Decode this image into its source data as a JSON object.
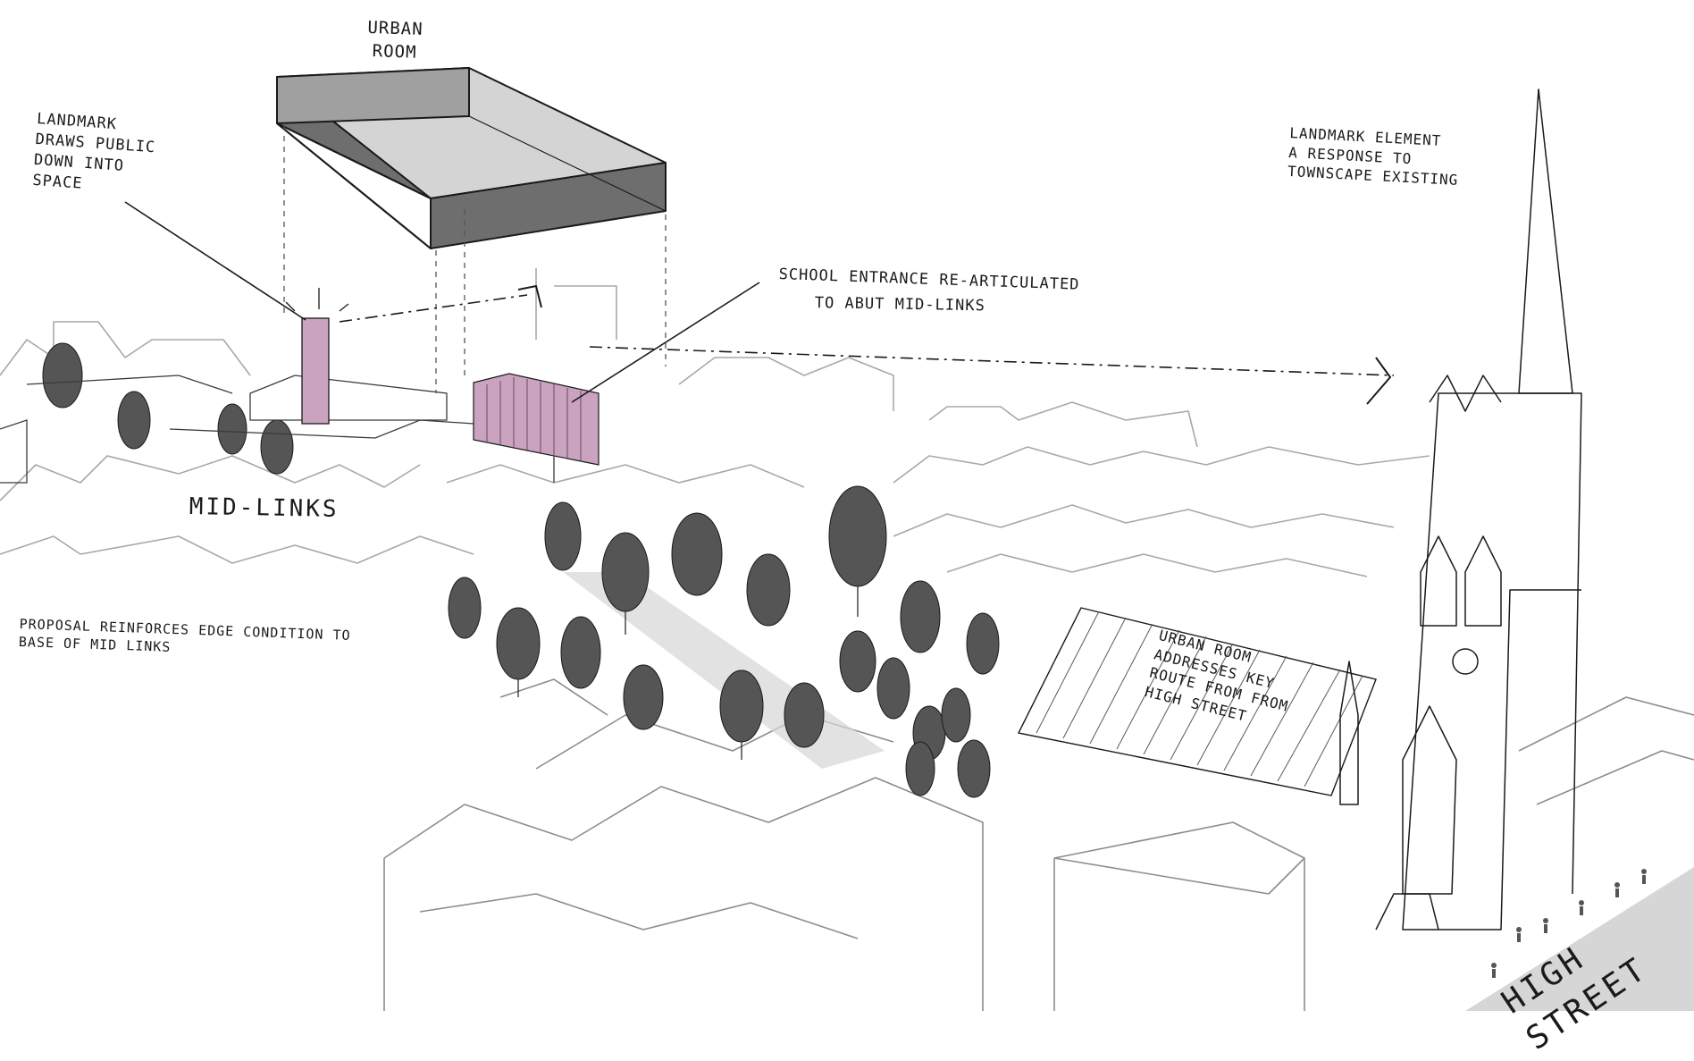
{
  "annotations": {
    "urban_room_top": "URBAN\nROOM",
    "landmark_left": "LANDMARK\nDRAWS PUBLIC\nDOWN INTO\nSPACE",
    "school_entrance_line1": "SCHOOL ENTRANCE RE-ARTICULATED",
    "school_entrance_line2": "TO ABUT MID-LINKS",
    "landmark_right": "LANDMARK ELEMENT\nA RESPONSE TO\nTOWNSCAPE EXISTING",
    "mid_links": "MID-LINKS",
    "proposal": "PROPOSAL REINFORCES EDGE CONDITION TO\nBASE OF MID LINKS",
    "urban_room_roof": "URBAN ROOM\nADDRESSES KEY\nROUTE FROM FROM\nHIGH STREET",
    "high_street": "HIGH STREET"
  },
  "colors": {
    "ink": "#1a1a1a",
    "pencil": "#9a9a9a",
    "box_dark": "#6e6e6e",
    "box_mid": "#a0a0a0",
    "box_light": "#d4d4d4",
    "accent_pink": "#c9a3c0",
    "shadow_grey": "#d6d6d6",
    "tree_grey": "#555555"
  }
}
